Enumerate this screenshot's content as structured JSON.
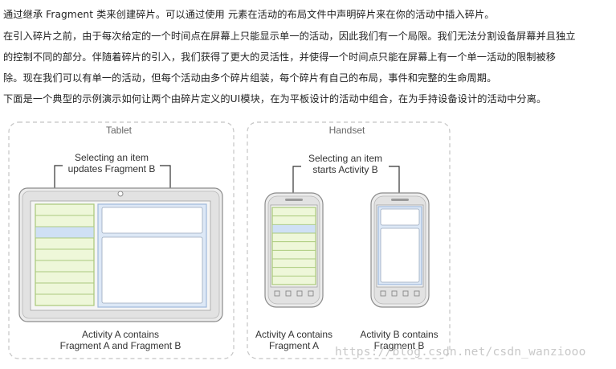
{
  "text": {
    "p1": "通过继承 Fragment 类来创建碎片。可以通过使用 元素在活动的布局文件中声明碎片来在你的活动中插入碎片。",
    "p2_line1": "在引入碎片之前，由于每次给定的一个时间点在屏幕上只能显示单一的活动，因此我们有一个局限。我们无法分割设备屏幕并且独立",
    "p2_line2": "的控制不同的部分。伴随着碎片的引入，我们获得了更大的灵活性，并使得一个时间点只能在屏幕上有一个单一活动的限制被移",
    "p2_line3": "除。现在我们可以有单一的活动，但每个活动由多个碎片组装，每个碎片有自己的布局，事件和完整的生命周期。",
    "p3": "下面是一个典型的示例演示如何让两个由碎片定义的UI模块，在为平板设计的活动中组合，在为手持设备设计的活动中分离。"
  },
  "figure": {
    "tablet": {
      "title": "Tablet",
      "callout": [
        "Selecting an item",
        "updates Fragment B"
      ],
      "caption": [
        "Activity A contains",
        "Fragment A and Fragment B"
      ]
    },
    "handset": {
      "title": "Handset",
      "callout": [
        "Selecting an item",
        "starts Activity B"
      ],
      "caption_a": [
        "Activity A contains",
        "Fragment A"
      ],
      "caption_b": [
        "Activity B contains",
        "Fragment B"
      ]
    }
  },
  "watermark": "https://blog.csdn.net/csdn_wanziooo",
  "colors": {
    "fragment_a_fill": "#eef7d9",
    "fragment_a_stroke": "#a9c97a",
    "selected_row": "#cfe0f5",
    "fragment_b_fill": "#dde8f6",
    "fragment_b_stroke": "#9fb9dd",
    "device_frame": "#e6e6e6",
    "panel_border": "#c4c4c4"
  }
}
